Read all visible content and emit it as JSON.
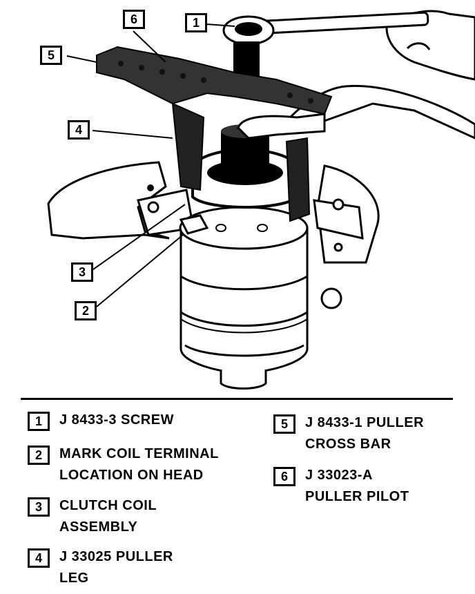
{
  "callouts": {
    "c1": "1",
    "c2": "2",
    "c3": "3",
    "c4": "4",
    "c5": "5",
    "c6": "6"
  },
  "legend": [
    {
      "number": "1",
      "text": "J 8433-3 SCREW"
    },
    {
      "number": "2",
      "text": "MARK COIL TERMINAL\nLOCATION ON HEAD"
    },
    {
      "number": "3",
      "text": "CLUTCH COIL\nASSEMBLY"
    },
    {
      "number": "4",
      "text": "J 33025 PULLER\nLEG"
    },
    {
      "number": "5",
      "text": "J 8433-1 PULLER\nCROSS BAR"
    },
    {
      "number": "6",
      "text": "J 33023-A\nPULLER PILOT"
    }
  ]
}
